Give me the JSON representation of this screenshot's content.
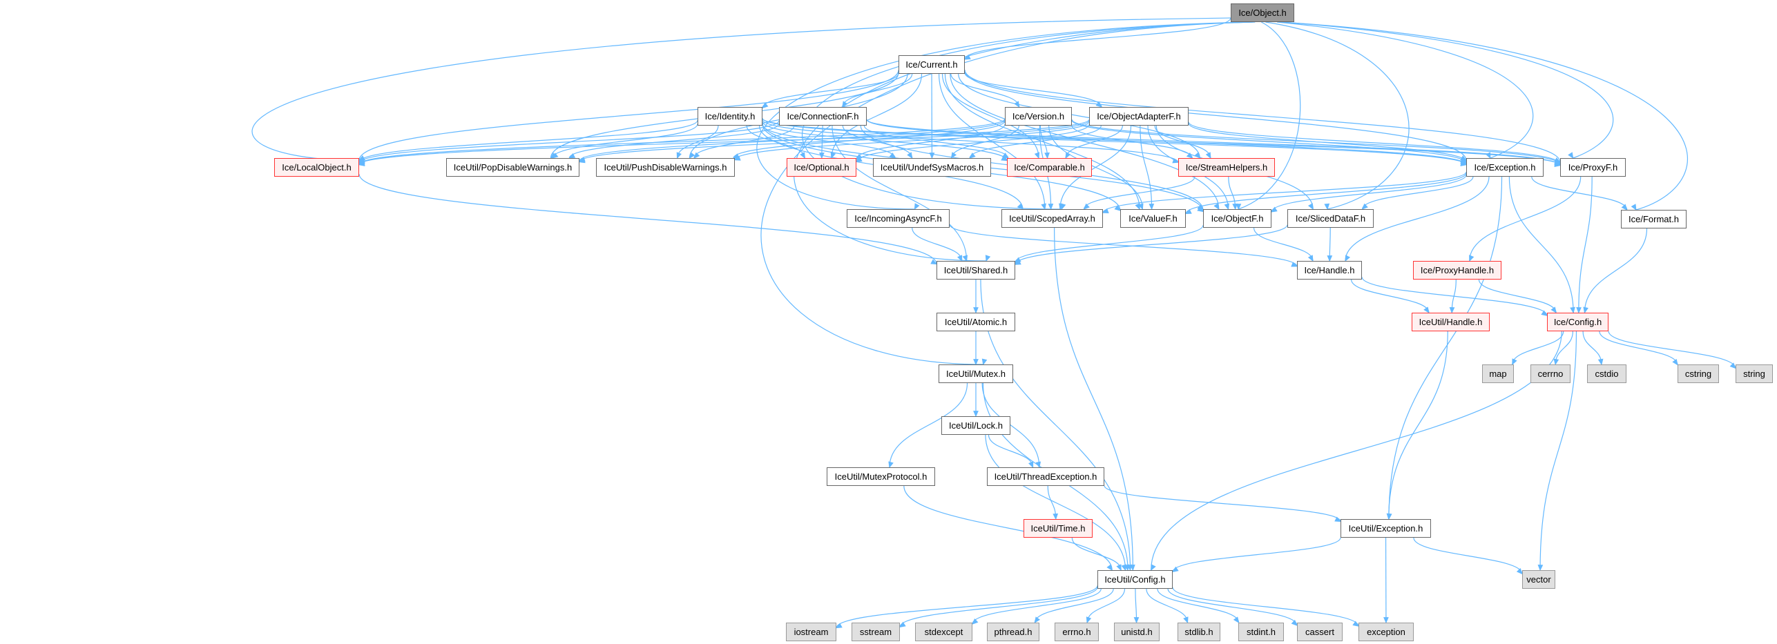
{
  "graph": {
    "type": "include-dependency-graph",
    "colors": {
      "edge": "#63b8ff",
      "root_fill": "#999999",
      "node_border": "#666666",
      "red_border": "#ff3333",
      "red_fill": "#fff0f0",
      "external_fill": "#e0e0e0",
      "external_border": "#999999"
    },
    "nodes": [
      {
        "id": "object",
        "label": "Ice/Object.h",
        "kind": "root"
      },
      {
        "id": "current",
        "label": "Ice/Current.h",
        "kind": "normal"
      },
      {
        "id": "identity",
        "label": "Ice/Identity.h",
        "kind": "normal"
      },
      {
        "id": "connectionf",
        "label": "Ice/ConnectionF.h",
        "kind": "normal"
      },
      {
        "id": "version",
        "label": "Ice/Version.h",
        "kind": "normal"
      },
      {
        "id": "objectadapterf",
        "label": "Ice/ObjectAdapterF.h",
        "kind": "normal"
      },
      {
        "id": "localobject",
        "label": "Ice/LocalObject.h",
        "kind": "red"
      },
      {
        "id": "popdisable",
        "label": "IceUtil/PopDisableWarnings.h",
        "kind": "normal"
      },
      {
        "id": "pushdisable",
        "label": "IceUtil/PushDisableWarnings.h",
        "kind": "normal"
      },
      {
        "id": "optional",
        "label": "Ice/Optional.h",
        "kind": "red"
      },
      {
        "id": "undefsys",
        "label": "IceUtil/UndefSysMacros.h",
        "kind": "normal"
      },
      {
        "id": "comparable",
        "label": "Ice/Comparable.h",
        "kind": "red"
      },
      {
        "id": "streamhelpers",
        "label": "Ice/StreamHelpers.h",
        "kind": "red"
      },
      {
        "id": "exception",
        "label": "Ice/Exception.h",
        "kind": "normal"
      },
      {
        "id": "proxyf",
        "label": "Ice/ProxyF.h",
        "kind": "normal"
      },
      {
        "id": "incomingasyncf",
        "label": "Ice/IncomingAsyncF.h",
        "kind": "normal"
      },
      {
        "id": "scopedarray",
        "label": "IceUtil/ScopedArray.h",
        "kind": "normal"
      },
      {
        "id": "valuef",
        "label": "Ice/ValueF.h",
        "kind": "normal"
      },
      {
        "id": "objectf",
        "label": "Ice/ObjectF.h",
        "kind": "normal"
      },
      {
        "id": "sliceddataf",
        "label": "Ice/SlicedDataF.h",
        "kind": "normal"
      },
      {
        "id": "format",
        "label": "Ice/Format.h",
        "kind": "normal"
      },
      {
        "id": "shared",
        "label": "IceUtil/Shared.h",
        "kind": "normal"
      },
      {
        "id": "handle",
        "label": "Ice/Handle.h",
        "kind": "normal"
      },
      {
        "id": "proxyhandle",
        "label": "Ice/ProxyHandle.h",
        "kind": "red"
      },
      {
        "id": "atomic",
        "label": "IceUtil/Atomic.h",
        "kind": "normal"
      },
      {
        "id": "iuhandle",
        "label": "IceUtil/Handle.h",
        "kind": "red"
      },
      {
        "id": "config",
        "label": "Ice/Config.h",
        "kind": "red"
      },
      {
        "id": "map",
        "label": "map",
        "kind": "ext"
      },
      {
        "id": "cerrno",
        "label": "cerrno",
        "kind": "ext"
      },
      {
        "id": "cstdio",
        "label": "cstdio",
        "kind": "ext"
      },
      {
        "id": "cstring",
        "label": "cstring",
        "kind": "ext"
      },
      {
        "id": "string",
        "label": "string",
        "kind": "ext"
      },
      {
        "id": "mutex",
        "label": "IceUtil/Mutex.h",
        "kind": "normal"
      },
      {
        "id": "lock",
        "label": "IceUtil/Lock.h",
        "kind": "normal"
      },
      {
        "id": "mutexprotocol",
        "label": "IceUtil/MutexProtocol.h",
        "kind": "normal"
      },
      {
        "id": "threadexception",
        "label": "IceUtil/ThreadException.h",
        "kind": "normal"
      },
      {
        "id": "time",
        "label": "IceUtil/Time.h",
        "kind": "red"
      },
      {
        "id": "iuexception",
        "label": "IceUtil/Exception.h",
        "kind": "normal"
      },
      {
        "id": "iuconfig",
        "label": "IceUtil/Config.h",
        "kind": "normal"
      },
      {
        "id": "vector",
        "label": "vector",
        "kind": "ext"
      },
      {
        "id": "iostream",
        "label": "iostream",
        "kind": "ext"
      },
      {
        "id": "sstream",
        "label": "sstream",
        "kind": "ext"
      },
      {
        "id": "stdexcept",
        "label": "stdexcept",
        "kind": "ext"
      },
      {
        "id": "pthread",
        "label": "pthread.h",
        "kind": "ext"
      },
      {
        "id": "errno",
        "label": "errno.h",
        "kind": "ext"
      },
      {
        "id": "unistd",
        "label": "unistd.h",
        "kind": "ext"
      },
      {
        "id": "stdlib",
        "label": "stdlib.h",
        "kind": "ext"
      },
      {
        "id": "stdint",
        "label": "stdint.h",
        "kind": "ext"
      },
      {
        "id": "cassert",
        "label": "cassert",
        "kind": "ext"
      },
      {
        "id": "exceptionstd",
        "label": "exception",
        "kind": "ext"
      }
    ],
    "edges": [
      [
        "object",
        "current"
      ],
      [
        "object",
        "proxyf"
      ],
      [
        "object",
        "format"
      ],
      [
        "object",
        "sliceddataf"
      ],
      [
        "object",
        "objectf"
      ],
      [
        "object",
        "exception"
      ],
      [
        "object",
        "incomingasyncf"
      ],
      [
        "object",
        "shared"
      ],
      [
        "object",
        "mutex"
      ],
      [
        "object",
        "scopedarray"
      ],
      [
        "object",
        "localobject"
      ],
      [
        "current",
        "identity"
      ],
      [
        "current",
        "connectionf"
      ],
      [
        "current",
        "version"
      ],
      [
        "current",
        "objectadapterf"
      ],
      [
        "current",
        "localobject"
      ],
      [
        "current",
        "popdisable"
      ],
      [
        "current",
        "pushdisable"
      ],
      [
        "current",
        "optional"
      ],
      [
        "current",
        "undefsys"
      ],
      [
        "current",
        "comparable"
      ],
      [
        "current",
        "streamhelpers"
      ],
      [
        "current",
        "exception"
      ],
      [
        "current",
        "proxyf"
      ],
      [
        "current",
        "scopedarray"
      ],
      [
        "current",
        "valuef"
      ],
      [
        "current",
        "objectf"
      ],
      [
        "identity",
        "localobject"
      ],
      [
        "identity",
        "popdisable"
      ],
      [
        "identity",
        "pushdisable"
      ],
      [
        "identity",
        "optional"
      ],
      [
        "identity",
        "undefsys"
      ],
      [
        "identity",
        "comparable"
      ],
      [
        "identity",
        "streamhelpers"
      ],
      [
        "identity",
        "exception"
      ],
      [
        "identity",
        "proxyf"
      ],
      [
        "identity",
        "scopedarray"
      ],
      [
        "identity",
        "valuef"
      ],
      [
        "identity",
        "objectf"
      ],
      [
        "connectionf",
        "localobject"
      ],
      [
        "connectionf",
        "popdisable"
      ],
      [
        "connectionf",
        "pushdisable"
      ],
      [
        "connectionf",
        "optional"
      ],
      [
        "connectionf",
        "undefsys"
      ],
      [
        "connectionf",
        "comparable"
      ],
      [
        "connectionf",
        "exception"
      ],
      [
        "connectionf",
        "proxyf"
      ],
      [
        "connectionf",
        "shared"
      ],
      [
        "connectionf",
        "objectf"
      ],
      [
        "version",
        "localobject"
      ],
      [
        "version",
        "popdisable"
      ],
      [
        "version",
        "pushdisable"
      ],
      [
        "version",
        "optional"
      ],
      [
        "version",
        "undefsys"
      ],
      [
        "version",
        "comparable"
      ],
      [
        "version",
        "streamhelpers"
      ],
      [
        "version",
        "exception"
      ],
      [
        "version",
        "proxyf"
      ],
      [
        "version",
        "scopedarray"
      ],
      [
        "version",
        "valuef"
      ],
      [
        "objectadapterf",
        "localobject"
      ],
      [
        "objectadapterf",
        "popdisable"
      ],
      [
        "objectadapterf",
        "pushdisable"
      ],
      [
        "objectadapterf",
        "optional"
      ],
      [
        "objectadapterf",
        "undefsys"
      ],
      [
        "objectadapterf",
        "comparable"
      ],
      [
        "objectadapterf",
        "streamhelpers"
      ],
      [
        "objectadapterf",
        "exception"
      ],
      [
        "objectadapterf",
        "proxyf"
      ],
      [
        "objectadapterf",
        "objectf"
      ],
      [
        "objectadapterf",
        "valuef"
      ],
      [
        "objectadapterf",
        "scopedarray"
      ],
      [
        "objectadapterf",
        "sliceddataf"
      ],
      [
        "localobject",
        "shared"
      ],
      [
        "streamhelpers",
        "scopedarray"
      ],
      [
        "streamhelpers",
        "objectf"
      ],
      [
        "exception",
        "objectf"
      ],
      [
        "exception",
        "valuef"
      ],
      [
        "exception",
        "sliceddataf"
      ],
      [
        "exception",
        "format"
      ],
      [
        "exception",
        "handle"
      ],
      [
        "exception",
        "config"
      ],
      [
        "exception",
        "iuexception"
      ],
      [
        "exception",
        "scopedarray"
      ],
      [
        "proxyf",
        "proxyhandle"
      ],
      [
        "proxyf",
        "config"
      ],
      [
        "incomingasyncf",
        "shared"
      ],
      [
        "incomingasyncf",
        "handle"
      ],
      [
        "scopedarray",
        "iuconfig"
      ],
      [
        "objectf",
        "shared"
      ],
      [
        "objectf",
        "handle"
      ],
      [
        "sliceddataf",
        "shared"
      ],
      [
        "sliceddataf",
        "handle"
      ],
      [
        "format",
        "config"
      ],
      [
        "shared",
        "atomic"
      ],
      [
        "shared",
        "iuconfig"
      ],
      [
        "handle",
        "iuhandle"
      ],
      [
        "handle",
        "config"
      ],
      [
        "proxyhandle",
        "iuhandle"
      ],
      [
        "proxyhandle",
        "config"
      ],
      [
        "iuhandle",
        "iuexception"
      ],
      [
        "config",
        "map"
      ],
      [
        "config",
        "cerrno"
      ],
      [
        "config",
        "cstdio"
      ],
      [
        "config",
        "cstring"
      ],
      [
        "config",
        "string"
      ],
      [
        "config",
        "vector"
      ],
      [
        "config",
        "iuconfig"
      ],
      [
        "atomic",
        "mutex"
      ],
      [
        "mutex",
        "lock"
      ],
      [
        "mutex",
        "mutexprotocol"
      ],
      [
        "mutex",
        "threadexception"
      ],
      [
        "mutex",
        "iuconfig"
      ],
      [
        "lock",
        "threadexception"
      ],
      [
        "lock",
        "iuconfig"
      ],
      [
        "mutexprotocol",
        "iuconfig"
      ],
      [
        "threadexception",
        "time"
      ],
      [
        "threadexception",
        "iuexception"
      ],
      [
        "time",
        "iuconfig"
      ],
      [
        "iuexception",
        "iuconfig"
      ],
      [
        "iuexception",
        "vector"
      ],
      [
        "iuexception",
        "exceptionstd"
      ],
      [
        "iuconfig",
        "iostream"
      ],
      [
        "iuconfig",
        "sstream"
      ],
      [
        "iuconfig",
        "stdexcept"
      ],
      [
        "iuconfig",
        "pthread"
      ],
      [
        "iuconfig",
        "errno"
      ],
      [
        "iuconfig",
        "unistd"
      ],
      [
        "iuconfig",
        "stdlib"
      ],
      [
        "iuconfig",
        "stdint"
      ],
      [
        "iuconfig",
        "cassert"
      ],
      [
        "iuconfig",
        "exceptionstd"
      ]
    ]
  }
}
